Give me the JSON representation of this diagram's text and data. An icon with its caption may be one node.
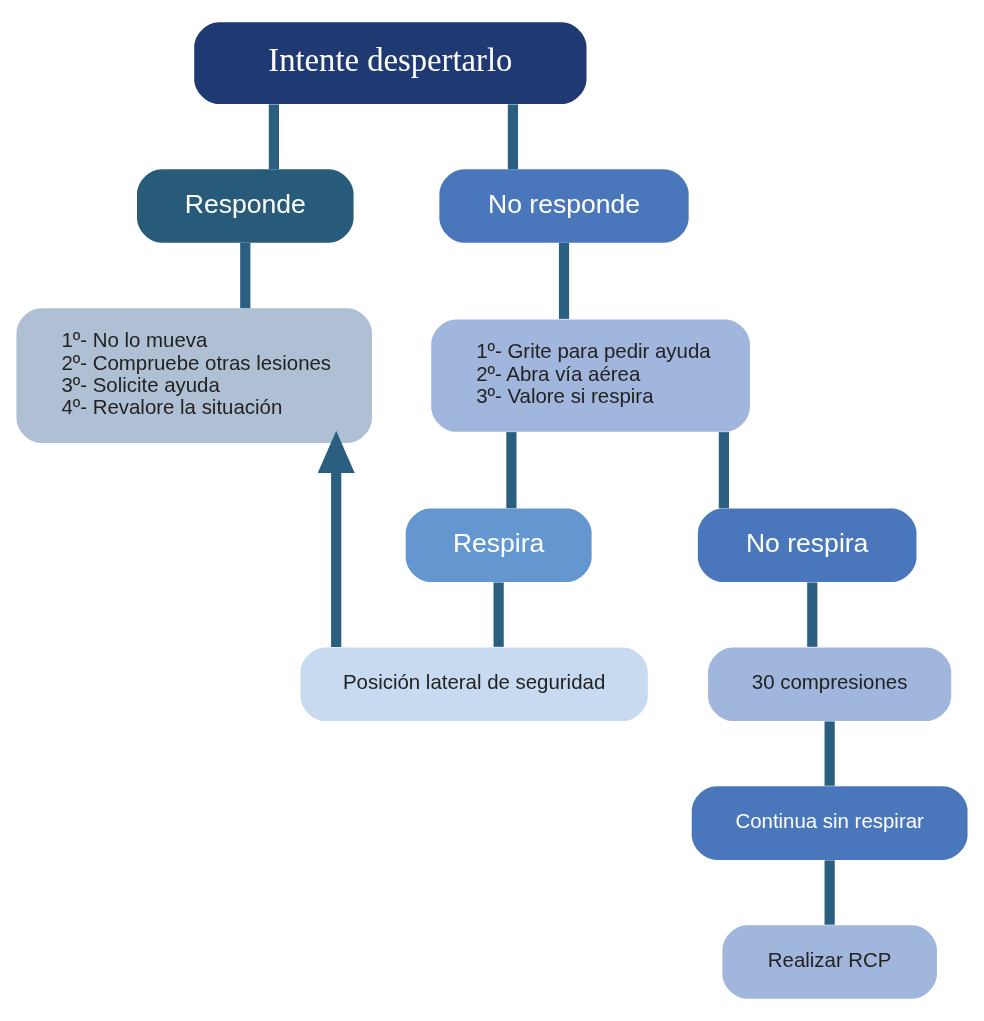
{
  "diagram": {
    "nodes": [
      {
        "text": [
          "Intente despertarlo"
        ]
      },
      {
        "text": [
          "Responde"
        ]
      },
      {
        "text": [
          "No responde"
        ]
      },
      {
        "text": [
          "1º- No lo mueva",
          "2º- Compruebe otras lesiones",
          "3º- Solicite ayuda",
          "4º- Revalore la situación"
        ]
      },
      {
        "text": [
          "1º- Grite para pedir ayuda",
          "2º- Abra vía aérea",
          "3º- Valore si respira"
        ]
      },
      {
        "text": [
          "Respira"
        ]
      },
      {
        "text": [
          "No respira"
        ]
      },
      {
        "text": [
          "Posición lateral de seguridad"
        ]
      },
      {
        "text": [
          "30 compresiones"
        ]
      },
      {
        "text": [
          "Continua sin respirar"
        ]
      },
      {
        "text": [
          "Realizar RCP"
        ]
      }
    ],
    "edges": [
      {
        "from": 0,
        "to": 1,
        "arrow": "none"
      },
      {
        "from": 0,
        "to": 2,
        "arrow": "none"
      },
      {
        "from": 1,
        "to": 3,
        "arrow": "none"
      },
      {
        "from": 2,
        "to": 4,
        "arrow": "none"
      },
      {
        "from": 4,
        "to": 5,
        "arrow": "none"
      },
      {
        "from": 4,
        "to": 6,
        "arrow": "none"
      },
      {
        "from": 5,
        "to": 7,
        "arrow": "none"
      },
      {
        "from": 7,
        "to": 3,
        "arrow": "to"
      },
      {
        "from": 6,
        "to": 8,
        "arrow": "none"
      },
      {
        "from": 8,
        "to": 9,
        "arrow": "none"
      },
      {
        "from": 9,
        "to": 10,
        "arrow": "none"
      }
    ]
  }
}
